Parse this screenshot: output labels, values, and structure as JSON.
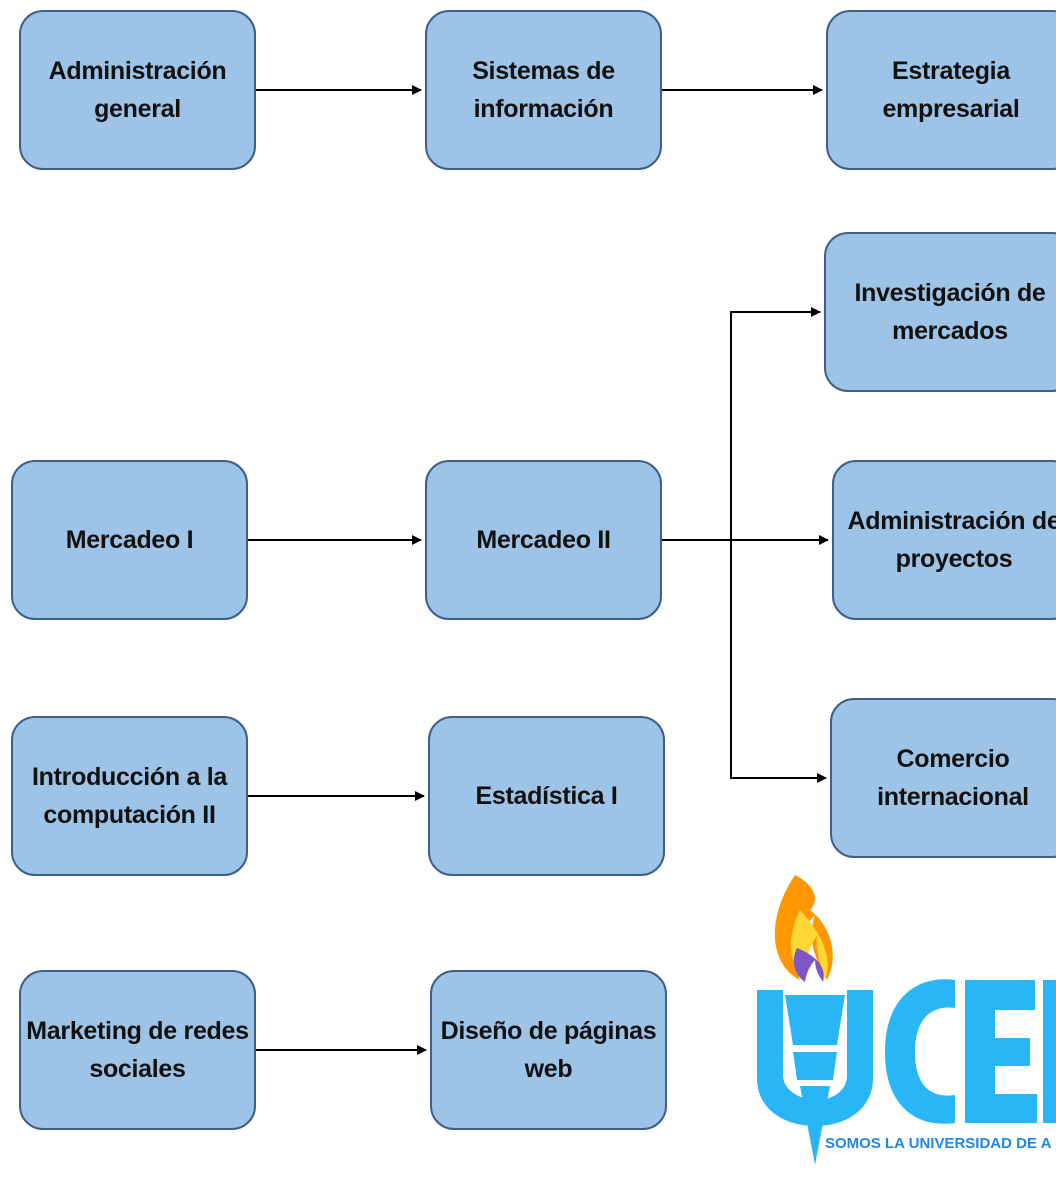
{
  "nodes": [
    {
      "id": "admin-general",
      "label": "Administración\ngeneral"
    },
    {
      "id": "sistemas-informacion",
      "label": "Sistemas de\ninformación"
    },
    {
      "id": "estrategia-empresarial",
      "label": "Estrategia\nempresarial"
    },
    {
      "id": "investigacion-mercados",
      "label": "Investigación de\nmercados"
    },
    {
      "id": "mercadeo-1",
      "label": "Mercadeo I"
    },
    {
      "id": "mercadeo-2",
      "label": "Mercadeo II"
    },
    {
      "id": "admin-proyectos",
      "label": "Administración de\nproyectos"
    },
    {
      "id": "intro-computacion-2",
      "label": "Introducción a la\ncomputación II"
    },
    {
      "id": "estadistica-1",
      "label": "Estadística I"
    },
    {
      "id": "comercio-internacional",
      "label": "Comercio\ninternacional"
    },
    {
      "id": "marketing-redes",
      "label": "Marketing de redes\nsociales"
    },
    {
      "id": "diseno-web",
      "label": "Diseño de páginas\nweb"
    }
  ],
  "edges": [
    {
      "from": "admin-general",
      "to": "sistemas-informacion"
    },
    {
      "from": "sistemas-informacion",
      "to": "estrategia-empresarial"
    },
    {
      "from": "mercadeo-1",
      "to": "mercadeo-2"
    },
    {
      "from": "mercadeo-2",
      "to": "investigacion-mercados"
    },
    {
      "from": "mercadeo-2",
      "to": "admin-proyectos"
    },
    {
      "from": "mercadeo-2",
      "to": "comercio-internacional"
    },
    {
      "from": "intro-computacion-2",
      "to": "estadistica-1"
    },
    {
      "from": "marketing-redes",
      "to": "diseno-web"
    }
  ],
  "logo": {
    "wordmark": "UCEM",
    "tagline": "SOMOS LA UNIVERSIDAD DE A"
  },
  "colors": {
    "box_fill": "#9dc3e6",
    "box_border": "#3d5f8a",
    "arrow": "#000000",
    "logo_blue": "#29b6f6",
    "logo_text_blue": "#1e88e5"
  }
}
